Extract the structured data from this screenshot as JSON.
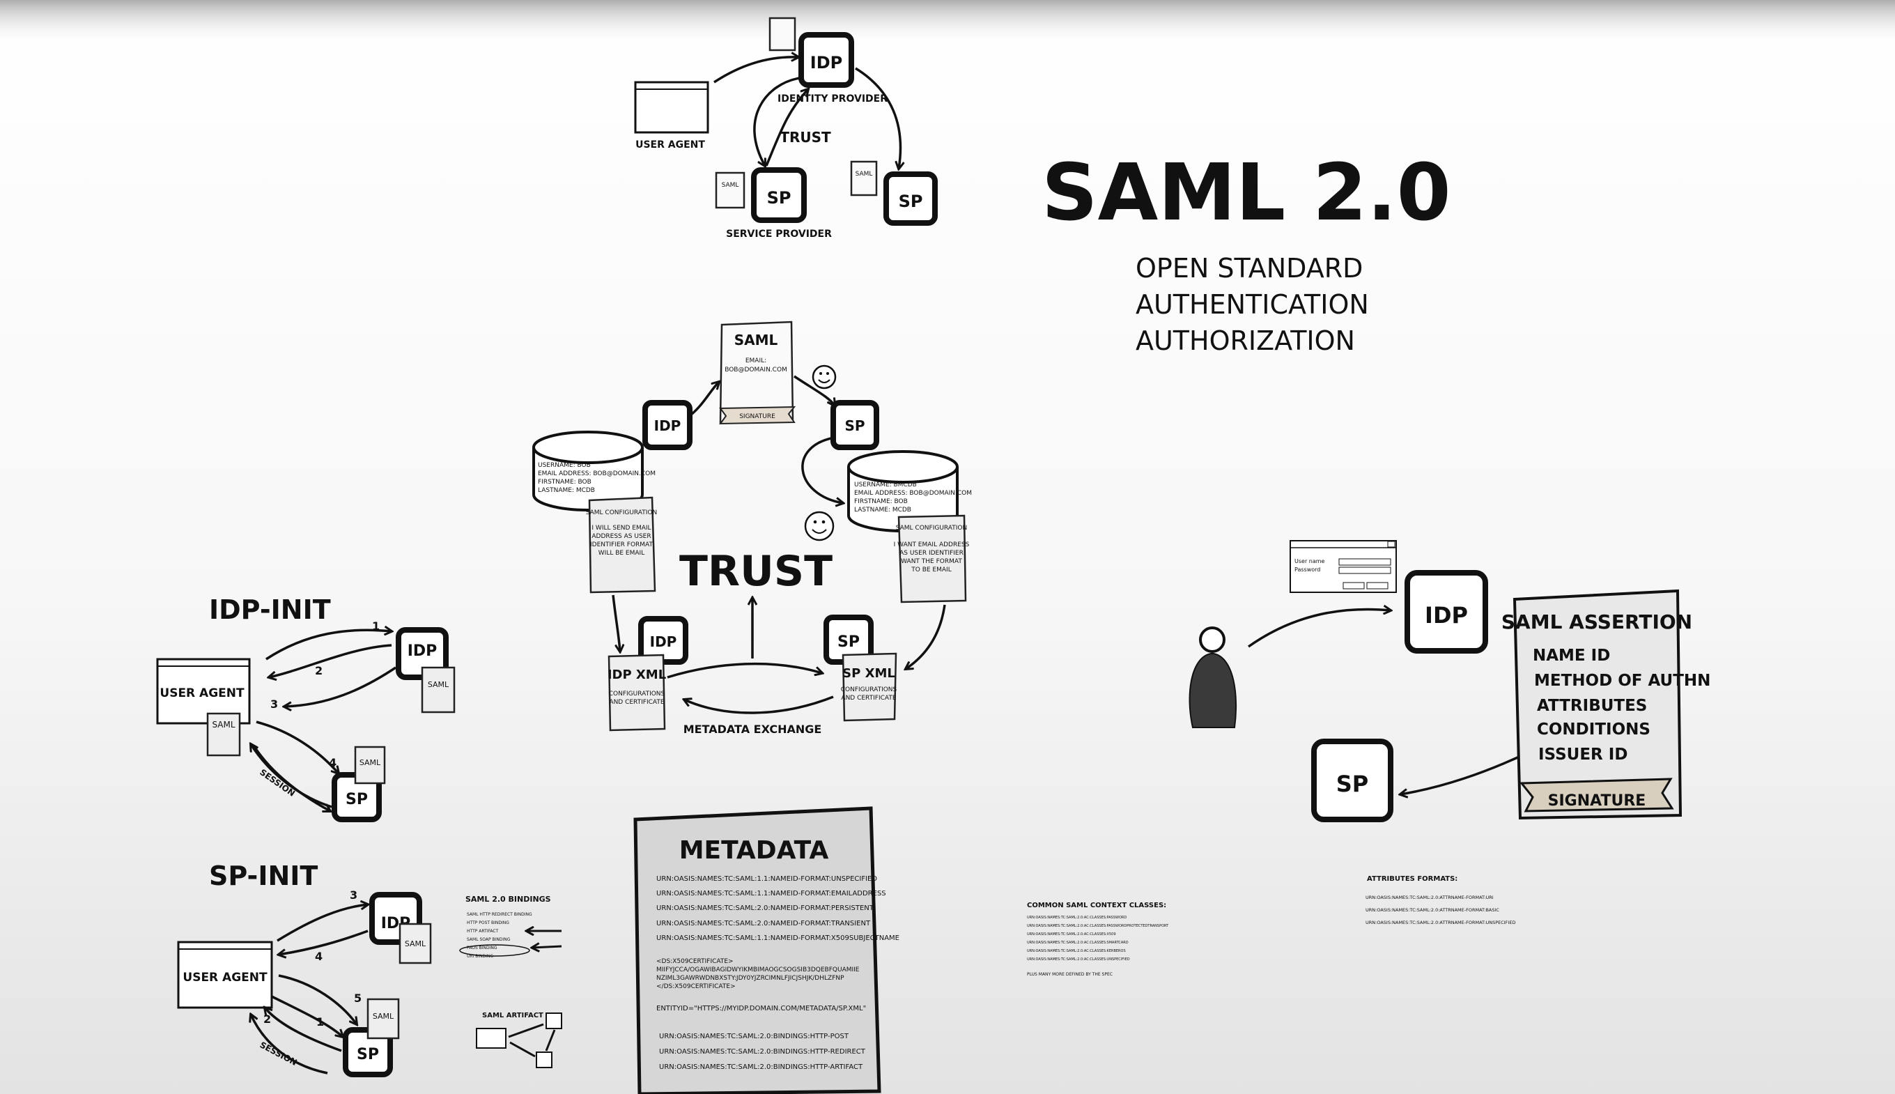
{
  "header": {
    "title": "SAML 2.0",
    "bullets": [
      "OPEN STANDARD",
      "AUTHENTICATION",
      "AUTHORIZATION"
    ]
  },
  "overview": {
    "idp": "IDP",
    "idp_label": "IDENTITY PROVIDER",
    "user_agent": "USER AGENT",
    "trust": "TRUST",
    "sp": "SP",
    "sp_label": "SERVICE PROVIDER",
    "doc_saml": "SAML"
  },
  "trust_cycle": {
    "title": "TRUST",
    "saml_doc_title": "SAML",
    "saml_doc_email": "EMAIL:",
    "saml_doc_email_value": "BOB@DOMAIN.COM",
    "signature": "SIGNATURE",
    "idp": "IDP",
    "sp": "SP",
    "idp_db_lines": [
      "USERNAME: BOB",
      "EMAIL ADDRESS: BOB@DOMAIN.COM",
      "FIRSTNAME: BOB",
      "LASTNAME: MCDB"
    ],
    "sp_db_lines": [
      "USERNAME: BMCDB",
      "EMAIL ADDRESS: BOB@DOMAIN.COM",
      "FIRSTNAME: BOB",
      "LASTNAME: MCDB"
    ],
    "idp_config_title": "SAML CONFIGURATION",
    "idp_config_lines": [
      "I WILL SEND EMAIL",
      "ADDRESS AS USER",
      "IDENTIFIER FORMAT",
      "WILL BE EMAIL"
    ],
    "sp_config_title": "SAML CONFIGURATION",
    "sp_config_lines": [
      "I WANT EMAIL ADDRESS",
      "AS USER IDENTIFIER",
      "WANT THE FORMAT",
      "TO BE EMAIL"
    ],
    "idp_xml": "IDP XML",
    "sp_xml": "SP XML",
    "xml_sub": [
      "CONFIGURATIONS",
      "AND CERTIFICATE"
    ],
    "metadata_exchange": "METADATA EXCHANGE"
  },
  "idp_init": {
    "title": "IDP-INIT",
    "user_agent": "USER AGENT",
    "idp": "IDP",
    "sp": "SP",
    "saml": "SAML",
    "session": "SESSION",
    "steps": [
      "1",
      "2",
      "3",
      "4"
    ]
  },
  "sp_init": {
    "title": "SP-INIT",
    "user_agent": "USER AGENT",
    "idp": "IDP",
    "sp": "SP",
    "saml": "SAML",
    "session": "SESSION",
    "steps": [
      "3",
      "4",
      "5",
      "2",
      "1"
    ],
    "bindings_title": "SAML 2.0 BINDINGS",
    "bindings_lines": [
      "SAML HTTP REDIRECT BINDING",
      "HTTP POST BINDING",
      "HTTP ARTIFACT",
      "SAML SOAP BINDING",
      "PAOS BINDING",
      "URI BINDING"
    ],
    "artifact_title": "SAML ARTIFACT"
  },
  "metadata": {
    "title": "METADATA",
    "nameid_lines": [
      "URN:OASIS:NAMES:TC:SAML:1.1:NAMEID-FORMAT:UNSPECIFIED",
      "URN:OASIS:NAMES:TC:SAML:1.1:NAMEID-FORMAT:EMAILADDRESS",
      "URN:OASIS:NAMES:TC:SAML:2.0:NAMEID-FORMAT:PERSISTENT",
      "URN:OASIS:NAMES:TC:SAML:2.0:NAMEID-FORMAT:TRANSIENT",
      "URN:OASIS:NAMES:TC:SAML:1.1:NAMEID-FORMAT:X509SUBJECTNAME"
    ],
    "cert_lines": [
      "<DS:X509CERTIFICATE>",
      "MIIFYJCCA/OGAWIBAGIDWYIKMBIMAOGCSOGSIB3DQEBFQUAMIIE",
      "NZIML3GAWRWDNBXSTY:JDY0YJZRCIMNLFJICJSHJK/DHLZFNP",
      "</DS:X509CERTIFICATE>"
    ],
    "entity_line": "ENTITYID=\"HTTPS://MYIDP.DOMAIN.COM/METADATA/SP.XML\"",
    "binding_lines": [
      "URN:OASIS:NAMES:TC:SAML:2.0:BINDINGS:HTTP-POST",
      "URN:OASIS:NAMES:TC:SAML:2.0:BINDINGS:HTTP-REDIRECT",
      "URN:OASIS:NAMES:TC:SAML:2.0:BINDINGS:HTTP-ARTIFACT"
    ]
  },
  "context_classes": {
    "title": "COMMON SAML CONTEXT CLASSES:",
    "lines": [
      "URN:OASIS:NAMES:TC:SAML:2.0:AC:CLASSES:PASSWORD",
      "URN:OASIS:NAMES:TC:SAML:2.0:AC:CLASSES:PASSWORDPROTECTEDTRANSPORT",
      "URN:OASIS:NAMES:TC:SAML:2.0:AC:CLASSES:X509",
      "URN:OASIS:NAMES:TC:SAML:2.0:AC:CLASSES:SMARTCARD",
      "URN:OASIS:NAMES:TC:SAML:2.0:AC:CLASSES:KERBEROS",
      "URN:OASIS:NAMES:TC:SAML:2.0:AC:CLASSES:UNSPECIFIED"
    ],
    "footer": "PLUS MANY MORE DEFINED BY THE SPEC"
  },
  "attribute_formats": {
    "title": "ATTRIBUTES FORMATS:",
    "lines": [
      "URN:OASIS:NAMES:TC:SAML:2.0:ATTRNAME-FORMAT:URI",
      "URN:OASIS:NAMES:TC:SAML:2.0:ATTRNAME-FORMAT:BASIC",
      "URN:OASIS:NAMES:TC:SAML:2.0:ATTRNAME-FORMAT:UNSPECIFIED"
    ]
  },
  "assertion": {
    "login_username": "User name",
    "login_password": "Password",
    "idp": "IDP",
    "sp": "SP",
    "title": "SAML ASSERTION",
    "items": [
      "NAME ID",
      "METHOD OF AUTHN",
      "ATTRIBUTES",
      "CONDITIONS",
      "ISSUER ID"
    ],
    "signature": "SIGNATURE"
  }
}
